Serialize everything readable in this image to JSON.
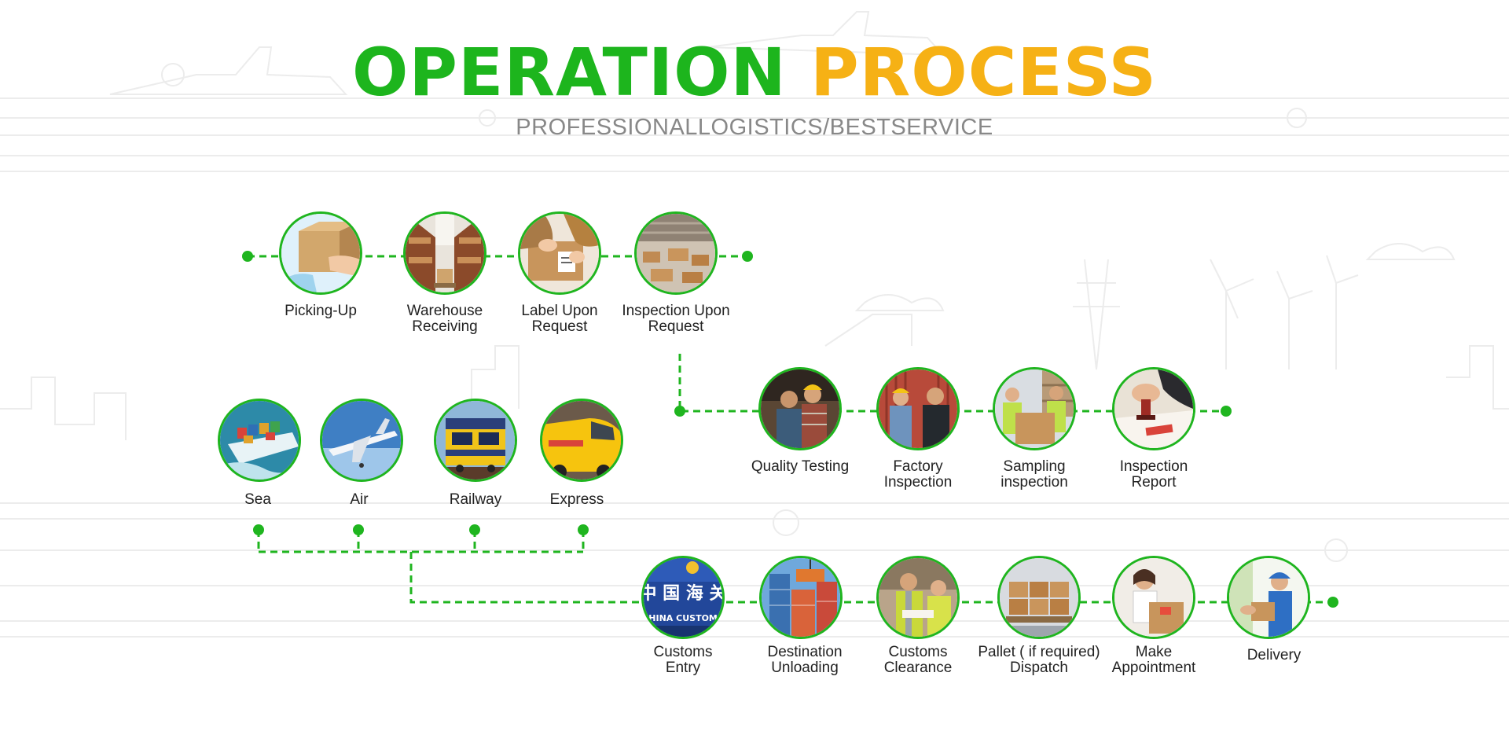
{
  "title": {
    "part1": "OPERATION",
    "part2": "PROCESS"
  },
  "subtitle": "PROFESSIONALLOGISTICS/BESTSERVICE",
  "colors": {
    "green": "#1db51d",
    "yellow": "#f6b115",
    "text": "#222222",
    "subtitle": "#888888"
  },
  "steps": [
    {
      "label": "Picking-Up",
      "icon": "package-handover-icon"
    },
    {
      "label": "Warehouse\nReceiving",
      "icon": "warehouse-shelves-icon"
    },
    {
      "label": "Label Upon\nRequest",
      "icon": "label-box-icon"
    },
    {
      "label": "Inspection Upon\nRequest",
      "icon": "warehouse-floor-icon"
    },
    {
      "label": "Quality Testing",
      "icon": "workers-inspecting-icon"
    },
    {
      "label": "Factory\nInspection",
      "icon": "container-inspection-icon"
    },
    {
      "label": "Sampling\ninspection",
      "icon": "sampling-box-icon"
    },
    {
      "label": "Inspection\nReport",
      "icon": "stamp-report-icon"
    },
    {
      "label": "Sea",
      "icon": "cargo-ship-icon"
    },
    {
      "label": "Air",
      "icon": "airplane-icon"
    },
    {
      "label": "Railway",
      "icon": "train-icon"
    },
    {
      "label": "Express",
      "icon": "delivery-van-icon"
    },
    {
      "label": "Customs\nEntry",
      "icon": "customs-building-icon",
      "signage": "中 国 海 关",
      "signage2": "CHINA CUSTOMS"
    },
    {
      "label": "Destination\nUnloading",
      "icon": "container-stack-icon"
    },
    {
      "label": "Customs\nClearance",
      "icon": "customs-officers-icon"
    },
    {
      "label": "Pallet ( if required)\nDispatch",
      "icon": "pallet-boxes-icon"
    },
    {
      "label": "Make\nAppointment",
      "icon": "appointment-box-icon"
    },
    {
      "label": "Delivery",
      "icon": "courier-delivery-icon"
    }
  ]
}
